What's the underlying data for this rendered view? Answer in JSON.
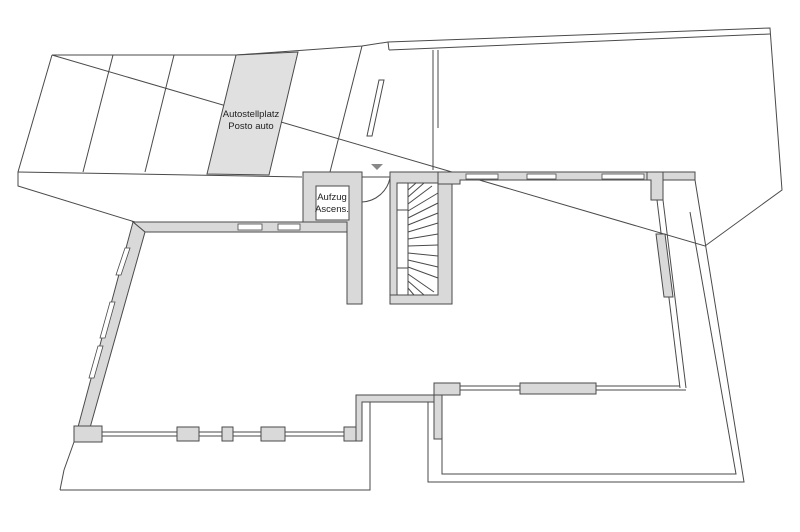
{
  "labels": {
    "parking_line1": "Autostellplatz",
    "parking_line2": "Posto auto",
    "elevator_line1": "Aufzug",
    "elevator_line2": "Ascens."
  },
  "colors": {
    "wall_fill": "#d9d9d9",
    "line": "#4a4a4a",
    "parking_highlight": "#e0e0e0",
    "background": "#ffffff"
  },
  "icons": {
    "entrance_marker": "triangle-down"
  }
}
